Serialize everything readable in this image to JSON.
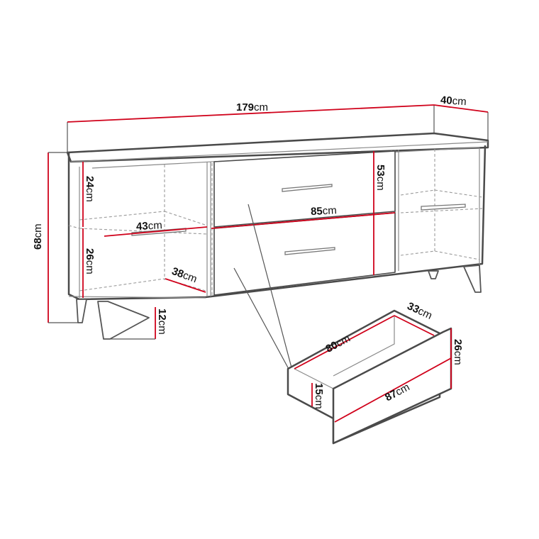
{
  "diagram": {
    "subject": "sideboard dimensions",
    "accent_color": "#d0021b",
    "outline_color": "#4a4a4a",
    "unit": "cm",
    "dimensions": {
      "width": {
        "value": "179",
        "unit": "cm"
      },
      "depth": {
        "value": "40",
        "unit": "cm"
      },
      "height": {
        "value": "68",
        "unit": "cm"
      },
      "upper_compartment_height": {
        "value": "24",
        "unit": "cm"
      },
      "lower_compartment_height": {
        "value": "26",
        "unit": "cm"
      },
      "compartment_width": {
        "value": "43",
        "unit": "cm"
      },
      "compartment_depth": {
        "value": "38",
        "unit": "cm"
      },
      "leg_height": {
        "value": "12",
        "unit": "cm"
      },
      "drawer_section_width": {
        "value": "85",
        "unit": "cm"
      },
      "drawer_section_height": {
        "value": "53",
        "unit": "cm"
      },
      "drawer_inner_length": {
        "value": "80",
        "unit": "cm"
      },
      "drawer_inner_depth": {
        "value": "33",
        "unit": "cm"
      },
      "drawer_front_height": {
        "value": "26",
        "unit": "cm"
      },
      "drawer_front_width": {
        "value": "87",
        "unit": "cm"
      },
      "drawer_side_height": {
        "value": "15",
        "unit": "cm"
      }
    }
  }
}
